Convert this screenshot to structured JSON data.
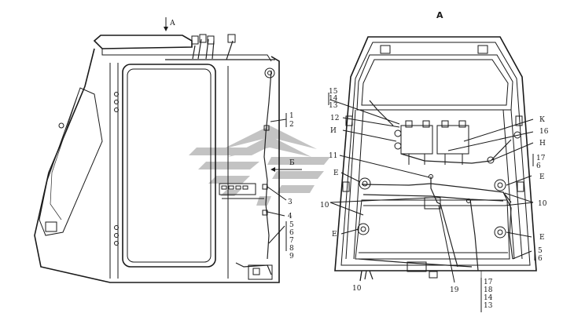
{
  "views": {
    "left": {
      "arrow_label": "А",
      "section_label": "Б"
    },
    "right": {
      "title": "А"
    }
  },
  "callouts": {
    "left": [
      "1",
      "2",
      "3",
      "4",
      "5",
      "6",
      "7",
      "8",
      "9"
    ],
    "right": {
      "top_stack": [
        "15",
        "14",
        "13"
      ],
      "n12": "12",
      "i": "И",
      "n11": "11",
      "e1": "Е",
      "n10a": "10",
      "e2": "Е",
      "k": "К",
      "n16": "16",
      "h": "Н",
      "n17": "17",
      "n6a": "6",
      "e3": "Е",
      "n10b": "10",
      "e4": "Е",
      "n5": "5",
      "n6b": "6",
      "n10c": "10",
      "n19": "19",
      "bottom_stack": [
        "17",
        "18",
        "14",
        "13"
      ]
    }
  },
  "watermark": {
    "color": "#b9b9b9"
  }
}
